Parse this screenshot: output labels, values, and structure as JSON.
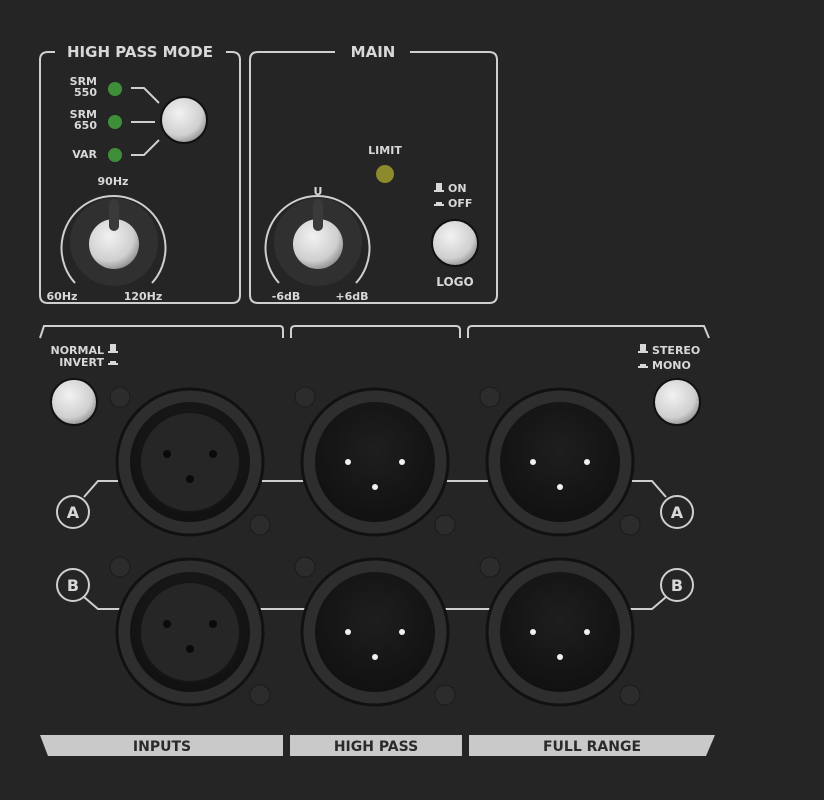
{
  "high_pass_mode": {
    "title": "HIGH PASS MODE",
    "modes": [
      {
        "line1": "SRM",
        "line2": "550"
      },
      {
        "line1": "SRM",
        "line2": "650"
      },
      {
        "line1": "VAR",
        "line2": ""
      }
    ],
    "led_color": "#3f8f3a",
    "knob": {
      "top_label": "90Hz",
      "min_label": "60Hz",
      "max_label": "120Hz"
    }
  },
  "main": {
    "title": "MAIN",
    "limit_label": "LIMIT",
    "limit_led_color": "#8c8a2c",
    "knob": {
      "top_label": "U",
      "min_label": "-6dB",
      "max_label": "+6dB"
    },
    "logo": {
      "on_label": "ON",
      "off_label": "OFF",
      "label": "LOGO"
    }
  },
  "polarity": {
    "normal_label": "NORMAL",
    "invert_label": "INVERT"
  },
  "stereo_mono": {
    "stereo_label": "STEREO",
    "mono_label": "MONO"
  },
  "channels": {
    "a": "A",
    "b": "B"
  },
  "sections": {
    "inputs": "INPUTS",
    "high_pass": "HIGH PASS",
    "full_range": "FULL RANGE"
  }
}
